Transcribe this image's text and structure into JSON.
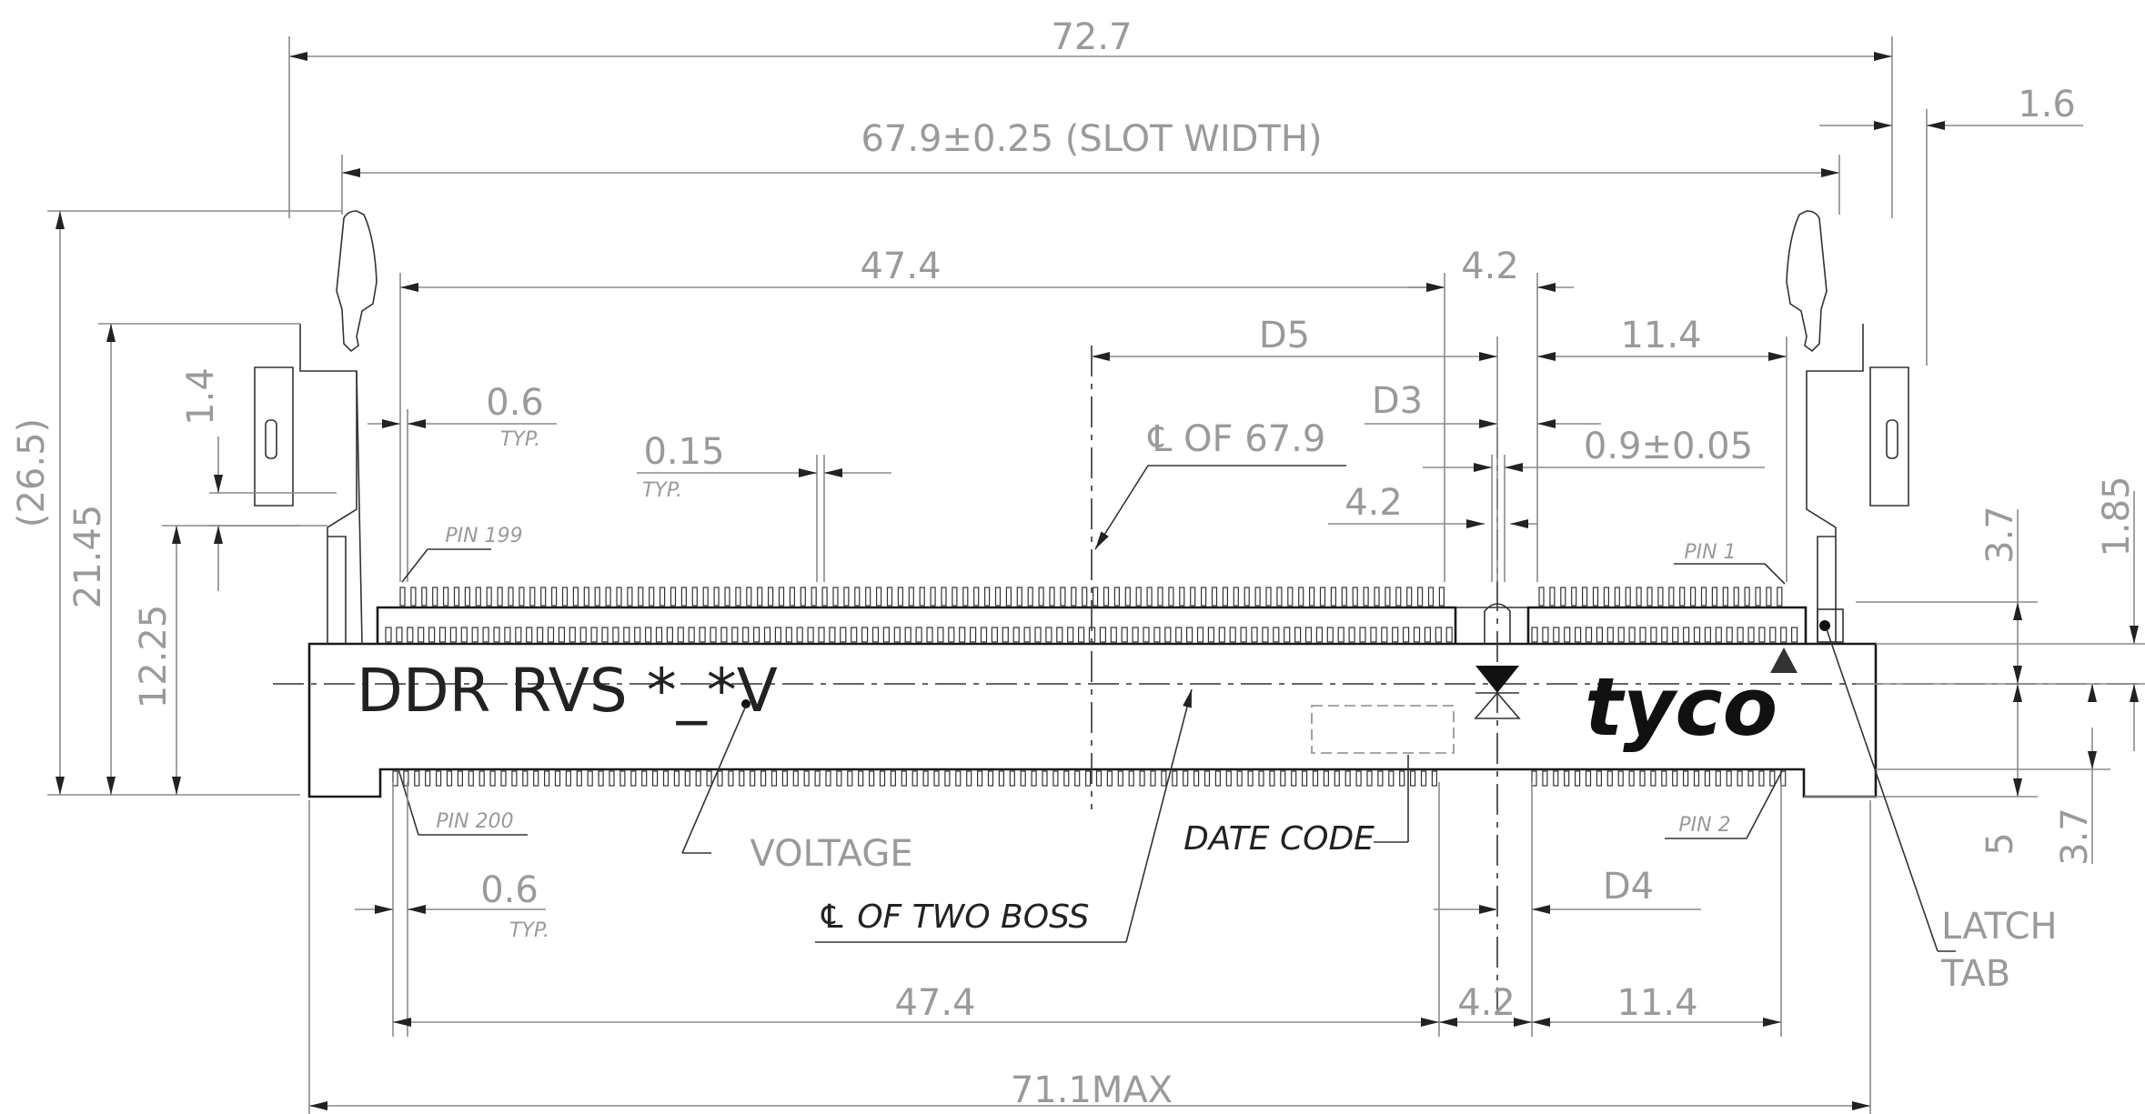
{
  "dimensions": {
    "overall_width": "72.7",
    "slot_width": "67.9±0.25 (SLOT WIDTH)",
    "latch_offset": "1.6",
    "top_pin_span": "47.4",
    "key_width_top": "4.2",
    "d5": "D5",
    "right_top_span": "11.4",
    "pin_pitch_top": "0.6",
    "typ_top": "TYP.",
    "d3": "D3",
    "key_tolerance": "0.9±0.05",
    "pin_width": "0.15",
    "typ_pin": "TYP.",
    "key_4_2_mid": "4.2",
    "overall_height": "(26.5)",
    "height_21_45": "21.45",
    "height_12_25": "12.25",
    "height_1_4": "1.4",
    "right_3_7_top": "3.7",
    "right_1_85": "1.85",
    "right_5": "5",
    "right_3_7_bottom": "3.7",
    "pin_pitch_bottom": "0.6",
    "typ_bottom": "TYP.",
    "d4": "D4",
    "bottom_pin_span": "47.4",
    "key_width_bottom": "4.2",
    "right_bottom_span": "11.4",
    "max_width": "71.1MAX"
  },
  "labels": {
    "centerline_67_9": "℄ OF 67.9",
    "pin_199": "PIN 199",
    "pin_1": "PIN 1",
    "pin_200": "PIN 200",
    "pin_2": "PIN 2",
    "voltage": "VOLTAGE",
    "centerline_boss": "℄ OF TWO BOSS",
    "date_code": "DATE CODE",
    "latch_tab_1": "LATCH",
    "latch_tab_2": "TAB",
    "part_marking": "DDR  RVS   *_*V",
    "logo": "tyco"
  },
  "colors": {
    "dimension": "#8a8a8a",
    "outline": "#1a1a1a"
  }
}
